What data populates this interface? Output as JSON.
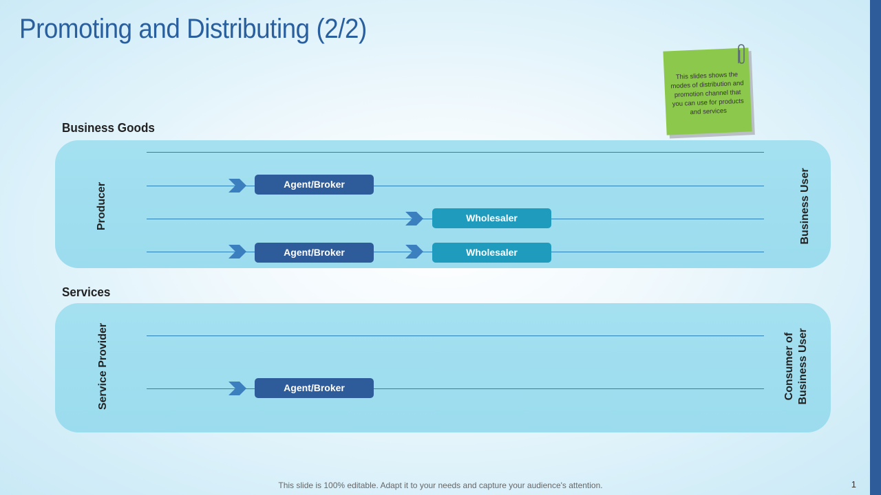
{
  "slide": {
    "title": "Promoting and Distributing (2/2)",
    "footer": "This slide is 100% editable. Adapt it to your needs and capture your audience's attention.",
    "page_number": "1"
  },
  "note": {
    "text": "This slides shows the modes of distribution and promotion channel that you can use for products and services"
  },
  "business_goods": {
    "label": "Business Goods",
    "source": "Producer",
    "target": "Business User",
    "rows": [
      {
        "nodes": []
      },
      {
        "nodes": [
          "Agent/Broker"
        ]
      },
      {
        "nodes": [
          "Wholesaler"
        ]
      },
      {
        "nodes": [
          "Agent/Broker",
          "Wholesaler"
        ]
      }
    ]
  },
  "services": {
    "label": "Services",
    "source": "Service Provider",
    "target_line1": "Consumer of",
    "target_line2": "Business User",
    "rows": [
      {
        "nodes": []
      },
      {
        "nodes": [
          "Agent/Broker"
        ]
      }
    ]
  },
  "colors": {
    "title": "#2a5f9e",
    "agent_broker": "#2e5b99",
    "wholesaler": "#1e9bbd",
    "panel": "#a0def0",
    "note": "#8cc84b",
    "accent_bar": "#2e5b99"
  }
}
